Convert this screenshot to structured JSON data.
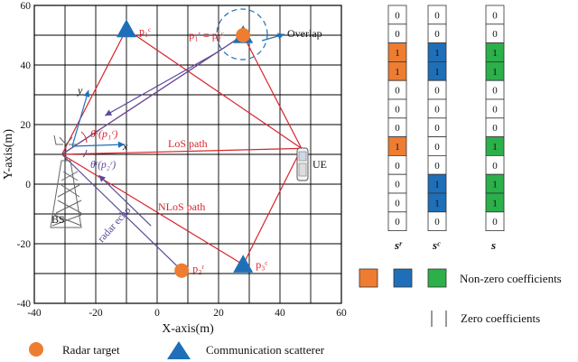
{
  "chart_data": {
    "type": "scatter",
    "xlabel": "X-axis(m)",
    "ylabel": "Y-axis(m)",
    "xlim": [
      -40,
      60
    ],
    "ylim": [
      -40,
      60
    ],
    "x_ticks": [
      -40,
      -20,
      0,
      20,
      40,
      60
    ],
    "y_ticks": [
      -40,
      -20,
      0,
      20,
      40,
      60
    ],
    "grid": true,
    "colors": {
      "radar": "#ee7d31",
      "comm": "#1f6fb8",
      "los": "#d8242b",
      "echo": "#5b4a9a",
      "zero_fill": "#ffffff",
      "green": "#2bb04a"
    },
    "bs": {
      "x": -31,
      "y": 10,
      "label": "BS"
    },
    "ue": {
      "x": 47,
      "y": 12,
      "label": "UE"
    },
    "radar_targets": [
      {
        "x": 28,
        "y": 50,
        "label": "p₁ʳ = p₂ᶜ"
      },
      {
        "x": 8,
        "y": -29,
        "label": "p₂ʳ"
      }
    ],
    "comm_scatterers": [
      {
        "x": -10,
        "y": 52,
        "label": "p₁ᶜ"
      },
      {
        "x": 28,
        "y": 50,
        "label": ""
      },
      {
        "x": 28,
        "y": -27,
        "label": "p₃ᶜ"
      }
    ],
    "annotations": {
      "overlap": "Overlap",
      "los_path": "LoS path",
      "nlos_path": "NLoS path",
      "radar_echo": "radar echo",
      "y_arrow": "y",
      "x_arrow": "x",
      "theta_c": "θᶜ(p₁ᶜ)",
      "theta_r": "θʳ(p₂ʳ)"
    },
    "legend": [
      {
        "name": "Radar target",
        "marker": "circle",
        "color": "#ee7d31"
      },
      {
        "name": "Communication scatterer",
        "marker": "triangle",
        "color": "#1f6fb8"
      }
    ]
  },
  "vectors": {
    "labels": [
      "sʳ",
      "sᶜ",
      "s"
    ],
    "sr": [
      "0",
      "0",
      "1",
      "1",
      "0",
      "0",
      "0",
      "1",
      "0",
      "0",
      "0",
      "0"
    ],
    "sc": [
      "0",
      "0",
      "1",
      "1",
      "0",
      "0",
      "0",
      "0",
      "0",
      "1",
      "1",
      "0"
    ],
    "s": [
      "0",
      "0",
      "1",
      "1",
      "0",
      "0",
      "0",
      "1",
      "0",
      "1",
      "1",
      "0"
    ],
    "sr_colors": [
      "w",
      "w",
      "o",
      "o",
      "w",
      "w",
      "w",
      "o",
      "w",
      "w",
      "w",
      "w"
    ],
    "sc_colors": [
      "w",
      "w",
      "b",
      "b",
      "w",
      "w",
      "w",
      "w",
      "w",
      "b",
      "b",
      "w"
    ],
    "s_colors": [
      "w",
      "w",
      "g",
      "g",
      "w",
      "w",
      "w",
      "g",
      "w",
      "g",
      "g",
      "w"
    ],
    "legend_nonzero": "Non-zero coefficients",
    "legend_zero": "Zero coefficients"
  }
}
